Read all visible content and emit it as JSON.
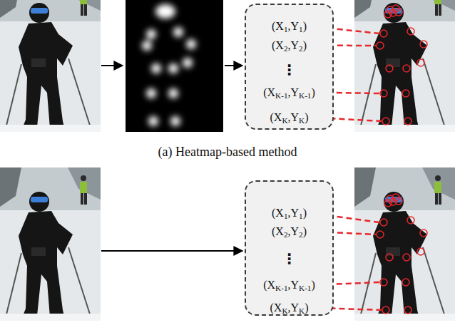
{
  "diagram": {
    "caption": "(a) Heatmap-based method",
    "nodes": [
      {
        "text": [
          "(X1,Y1)",
          "(X2,Y2)",
          "⋮",
          "(XK-1,YK-1)",
          "(XK,YK)"
        ]
      },
      {
        "text": [
          "(X1,Y1)",
          "(X2,Y2)",
          "⋮",
          "(XK-1,YK-1)",
          "(XK,YK)"
        ]
      }
    ]
  }
}
